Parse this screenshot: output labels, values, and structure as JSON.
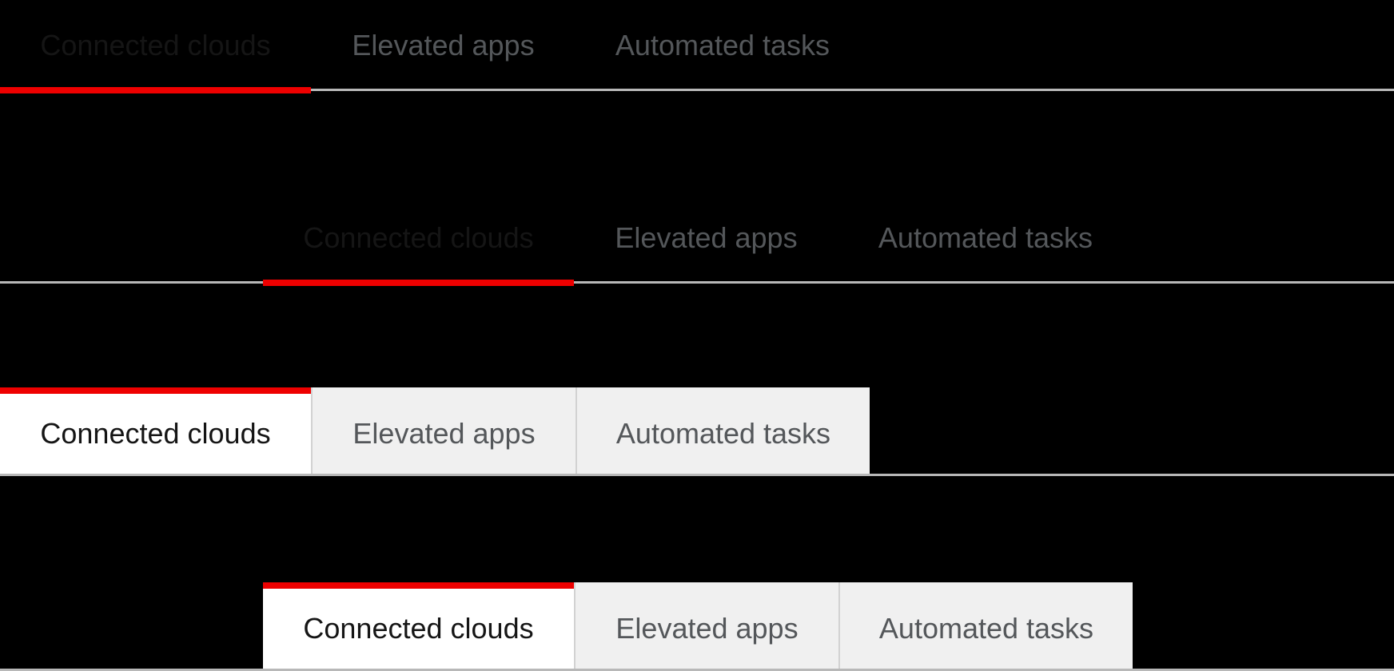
{
  "component": "tabs-states-showcase",
  "colors": {
    "background": "#000000",
    "accent": "#ee0000",
    "rule": "#b8b8b8",
    "divider": "#d2d2d2",
    "active_text": "#151515",
    "inactive_text": "#54575a",
    "active_box_bg": "#ffffff",
    "inactive_box_bg": "#f0f0f0"
  },
  "groups": [
    {
      "variant": "underline",
      "alignment": "flush-left",
      "tabs": [
        {
          "label": "Connected clouds",
          "active": true
        },
        {
          "label": "Elevated apps",
          "active": false
        },
        {
          "label": "Automated tasks",
          "active": false
        }
      ]
    },
    {
      "variant": "underline",
      "alignment": "indented",
      "tabs": [
        {
          "label": "Connected clouds",
          "active": true
        },
        {
          "label": "Elevated apps",
          "active": false
        },
        {
          "label": "Automated tasks",
          "active": false
        }
      ]
    },
    {
      "variant": "box",
      "alignment": "flush-left",
      "tabs": [
        {
          "label": "Connected clouds",
          "active": true
        },
        {
          "label": "Elevated apps",
          "active": false
        },
        {
          "label": "Automated tasks",
          "active": false
        }
      ]
    },
    {
      "variant": "box",
      "alignment": "indented",
      "tabs": [
        {
          "label": "Connected clouds",
          "active": true
        },
        {
          "label": "Elevated apps",
          "active": false
        },
        {
          "label": "Automated tasks",
          "active": false
        }
      ]
    }
  ]
}
